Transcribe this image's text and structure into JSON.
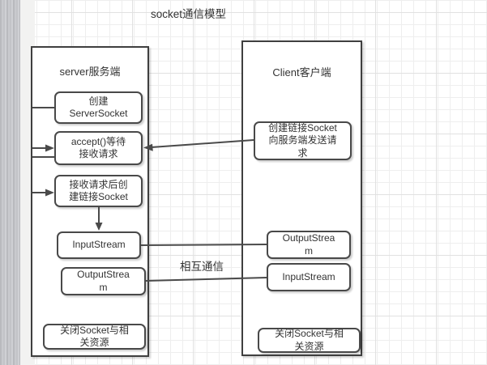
{
  "title": "socket通信模型",
  "middle_label": "相互通信",
  "server": {
    "label": "server服务端",
    "create_socket": "创建\nServerSocket",
    "accept": "accept()等待\n接收请求",
    "create_link": "接收请求后创\n建链接Socket",
    "input_stream": "InputStream",
    "output_stream": "OutputStrea\nm",
    "close": "关闭Socket与相\n关资源"
  },
  "client": {
    "label": "Client客户端",
    "request": "创建链接Socket\n向服务端发送请\n求",
    "output_stream": "OutputStrea\nm",
    "input_stream": "InputStream",
    "close": "关闭Socket与相\n关资源"
  },
  "colors": {
    "node_border": "#494949",
    "connector": "#4a4a4a",
    "text": "#333333",
    "grid_minor": "#eeeeee",
    "grid_major": "#e1e1e1",
    "desktop_strip": "#c3c4c8"
  }
}
